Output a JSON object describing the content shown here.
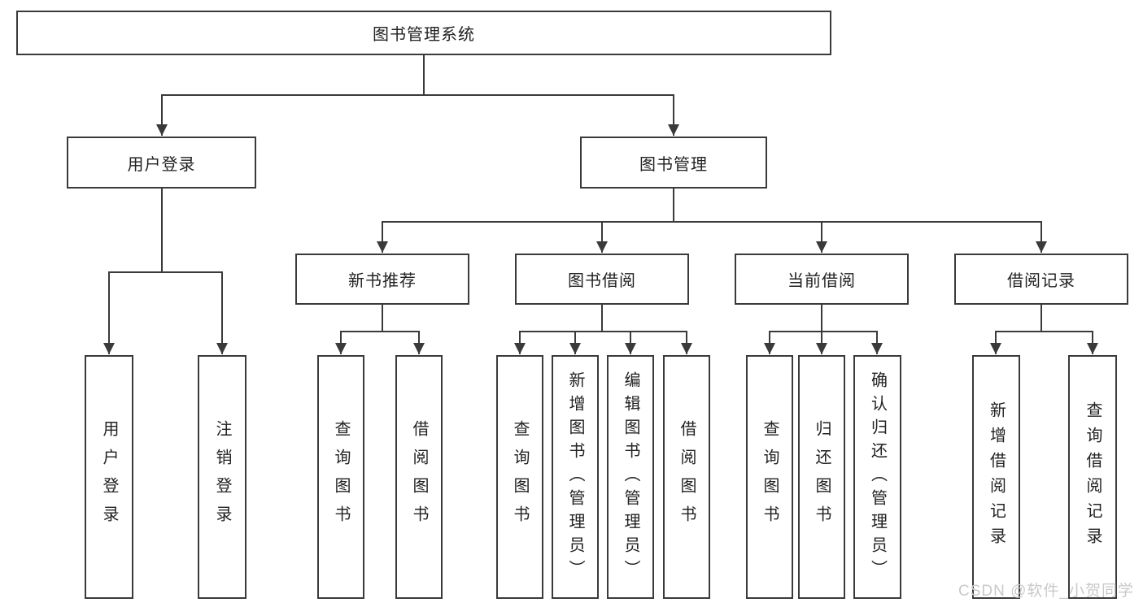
{
  "colors": {
    "line": "#3a3a3a",
    "node_border": "#3a3a3a",
    "node_fill": "#ffffff",
    "text": "#222222",
    "background": "#ffffff",
    "watermark": "#c9c9c9"
  },
  "watermark": {
    "text": "CSDN @软件_小贺同学"
  },
  "tree": {
    "root": {
      "label": "图书管理系统",
      "children": [
        {
          "label": "用户登录",
          "children": [
            {
              "label": "用户登录"
            },
            {
              "label": "注销登录"
            }
          ]
        },
        {
          "label": "图书管理",
          "children": [
            {
              "label": "新书推荐",
              "children": [
                {
                  "label": "查询图书"
                },
                {
                  "label": "借阅图书"
                }
              ]
            },
            {
              "label": "图书借阅",
              "children": [
                {
                  "label": "查询图书"
                },
                {
                  "label": "新增图书（管理员）"
                },
                {
                  "label": "编辑图书（管理员）"
                },
                {
                  "label": "借阅图书"
                }
              ]
            },
            {
              "label": "当前借阅",
              "children": [
                {
                  "label": "查询图书"
                },
                {
                  "label": "归还图书"
                },
                {
                  "label": "确认归还（管理员）"
                }
              ]
            },
            {
              "label": "借阅记录",
              "children": [
                {
                  "label": "新增借阅记录"
                },
                {
                  "label": "查询借阅记录"
                }
              ]
            }
          ]
        }
      ]
    }
  }
}
